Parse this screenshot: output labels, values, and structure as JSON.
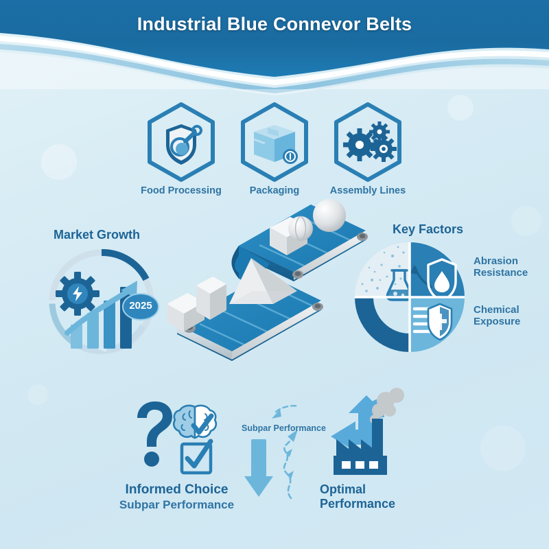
{
  "header": {
    "title": "Industrial Blue Connevor Belts",
    "band_color": "#1a6ba0",
    "title_color": "#ffffff"
  },
  "theme": {
    "background": "#d5eaf3",
    "dark_blue": "#1d6496",
    "mid_blue": "#3b92c4",
    "light_blue": "#6cb6dc",
    "pale_blue": "#a8d5ea",
    "accent_text": "#2f74a3",
    "shape_gray": "#e8eaec"
  },
  "applications": {
    "items": [
      {
        "label": "Food Processing",
        "icon": "shield-food-icon"
      },
      {
        "label": "Packaging",
        "icon": "package-box-icon"
      },
      {
        "label": "Assembly Lines",
        "icon": "gears-icon"
      }
    ]
  },
  "market_growth": {
    "heading": "Market Growth",
    "year_badge": "2025",
    "icons": [
      "gear-bolt-icon",
      "growth-bar-chart-icon",
      "rising-arrow-icon",
      "progress-ring-icon"
    ]
  },
  "conveyor": {
    "icon": "isometric-conveyor-belt-icon",
    "cargo": [
      "cube",
      "sphere",
      "ball",
      "pyramid",
      "box",
      "cube"
    ]
  },
  "key_factors": {
    "heading": "Key Factors",
    "quadrants": [
      {
        "position": "top-left",
        "icon": "flask-icon",
        "fill": "#e4eff5"
      },
      {
        "position": "top-right",
        "icon": "shield-droplet-icon",
        "fill": "#2a7fb4"
      },
      {
        "position": "bottom-right",
        "icon": "document-shield-icon",
        "fill": "#6cb6dc"
      },
      {
        "position": "bottom-left",
        "icon": "arc-segment-icon",
        "fill": "#1d6496"
      }
    ],
    "labels": [
      {
        "text": "Abrasion\nResistance",
        "line1": "Abrasion",
        "line2": "Resistance"
      },
      {
        "text": "Chemical\nExposure",
        "line1": "Chemical",
        "line2": "Exposure"
      }
    ]
  },
  "outcomes": {
    "left": {
      "icons": [
        "question-mark-icon",
        "brain-check-icon",
        "checkbox-check-icon"
      ],
      "line1": "Informed Choice",
      "line2": "Subpar Performance"
    },
    "middle": {
      "label": "Subpar Performance",
      "icons": [
        "down-arrow-icon",
        "dashed-zigzag-arrow-icon",
        "dashed-arrow-icon"
      ]
    },
    "right": {
      "icons": [
        "curved-up-left-arrow-icon",
        "factory-icon",
        "smoke-icon"
      ],
      "line1": "Optimal",
      "line2": "Performance"
    }
  }
}
